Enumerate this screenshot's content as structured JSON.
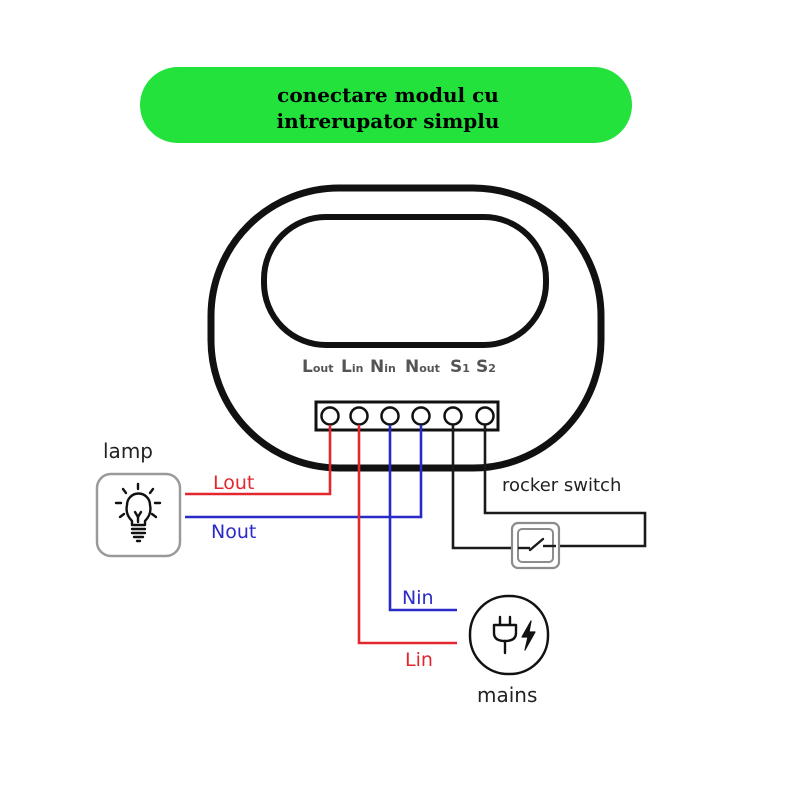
{
  "title": {
    "line1": "conectare modul cu",
    "line2": "intrerupator simplu"
  },
  "module": {
    "terminals": [
      {
        "main": "L",
        "sub": "out"
      },
      {
        "main": "L",
        "sub": "in"
      },
      {
        "main": "N",
        "sub": "in"
      },
      {
        "main": "N",
        "sub": "out"
      },
      {
        "main": "S",
        "sub": "1"
      },
      {
        "main": "S",
        "sub": "2"
      }
    ]
  },
  "wires": {
    "lout": "Lout",
    "nout": "Nout",
    "nin": "Nin",
    "lin": "Lin"
  },
  "components": {
    "lamp": "lamp",
    "rocker_switch": "rocker switch",
    "mains": "mains"
  },
  "icons": {
    "lamp": "lightbulb-icon",
    "switch": "rocker-switch-icon",
    "mains": "plug-lightning-icon"
  },
  "colors": {
    "title_bg": "#22e23b",
    "live": "#e2272f",
    "neutral": "#2a2ac8",
    "switch_wire": "#1a1a1a",
    "outline": "#111111",
    "icon_frame": "#9a9a9a"
  }
}
